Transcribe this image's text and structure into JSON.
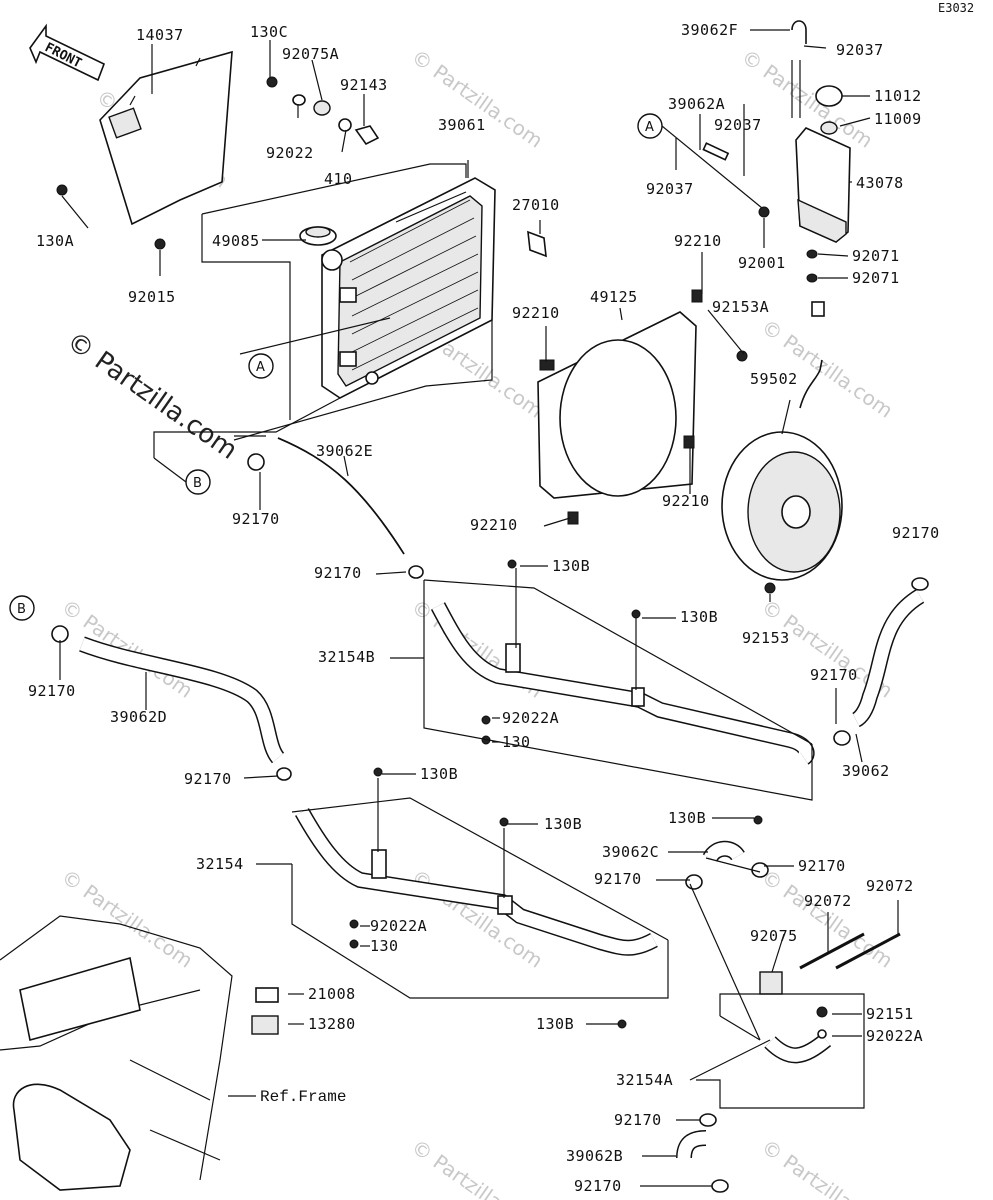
{
  "diagram_code": "E3032",
  "front_label": "FRONT",
  "ref_frame_label": "Ref.Frame",
  "watermark": "© Partzilla.com",
  "callouts": [
    {
      "id": "c-a-1",
      "letter": "A"
    },
    {
      "id": "c-b-1",
      "letter": "B"
    },
    {
      "id": "c-a-2",
      "letter": "A"
    },
    {
      "id": "c-b-2",
      "letter": "B"
    }
  ],
  "labels": [
    "14037",
    "130C",
    "92075A",
    "92143",
    "39061",
    "92022",
    "410",
    "27010",
    "49085",
    "130A",
    "92015",
    "39062F",
    "92037",
    "11012",
    "39062A",
    "92037",
    "11009",
    "43078",
    "92037",
    "92001",
    "92071",
    "92071",
    "92210",
    "49125",
    "92153A",
    "92210",
    "59502",
    "92210",
    "92210",
    "39062E",
    "92170",
    "92170",
    "130B",
    "130B",
    "32154B",
    "92153",
    "92170",
    "92170",
    "39062D",
    "92022A",
    "130",
    "92170",
    "39062",
    "92170",
    "130B",
    "130B",
    "130B",
    "32154",
    "39062C",
    "92170",
    "92170",
    "92072",
    "92072",
    "92022A",
    "130",
    "92075",
    "21008",
    "13280",
    "92151",
    "92022A",
    "32154A",
    "130B",
    "92170",
    "39062B",
    "92170"
  ]
}
